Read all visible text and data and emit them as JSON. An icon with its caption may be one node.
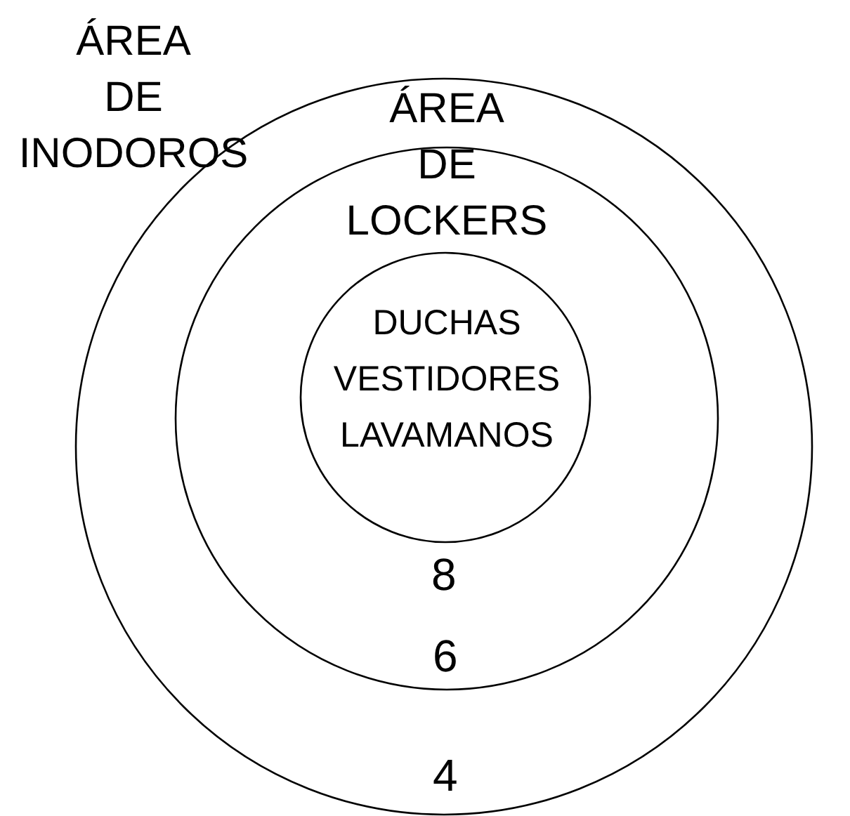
{
  "diagram": {
    "nodes": [
      {
        "text": [
          "ÁREA DE INODOROS"
        ],
        "beside": [
          "4"
        ]
      },
      {
        "text": [
          "ÁREA DE LOCKERS"
        ],
        "in": 0,
        "beside": [
          "6"
        ]
      },
      {
        "text": [
          "DUCHAS VESTIDORES LAVAMANOS"
        ],
        "in": 1,
        "beside": [
          "8"
        ]
      }
    ],
    "edges": []
  }
}
